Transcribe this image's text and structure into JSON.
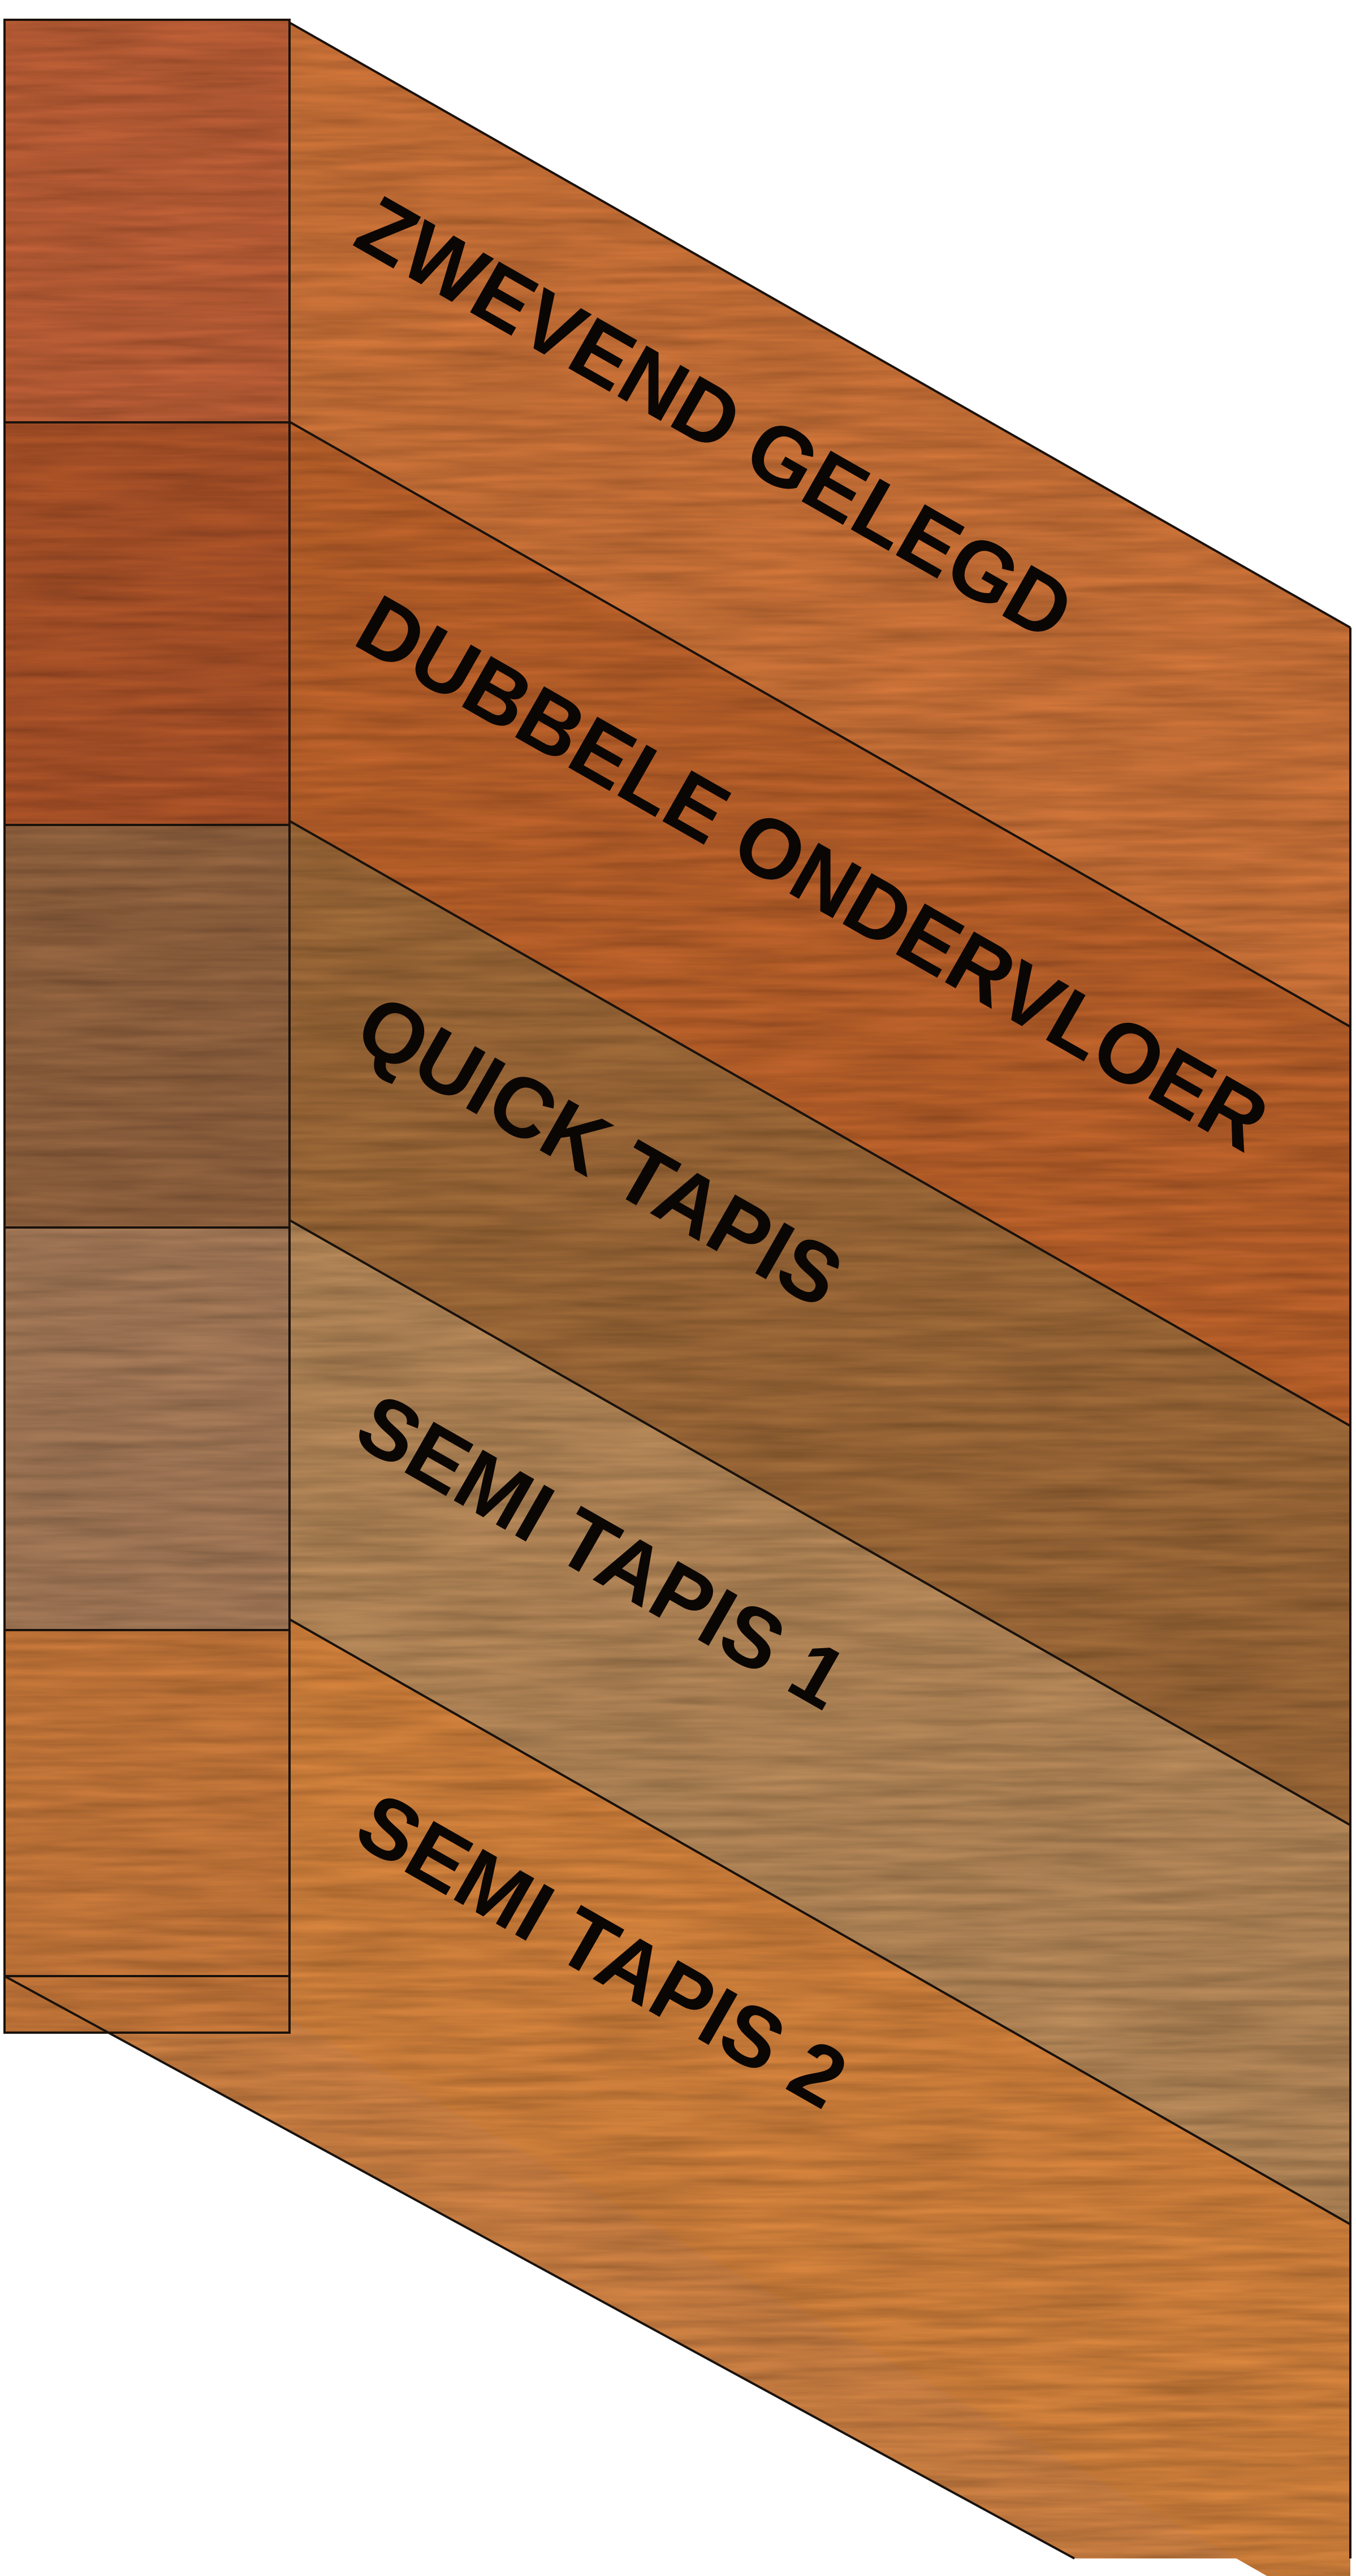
{
  "layers": [
    {
      "label": "ZWEVEND GELEGD",
      "color": "#d97a3c",
      "edge_color": "#c9653a"
    },
    {
      "label": "DUBBELE ONDERVLOER",
      "color": "#c8682e",
      "edge_color": "#b8592c"
    },
    {
      "label": "QUICK TAPIS",
      "color": "#a8703c",
      "edge_color": "#9c6a44"
    },
    {
      "label": "SEMI TAPIS  1",
      "color": "#c0905e",
      "edge_color": "#b0825e"
    },
    {
      "label": "SEMI TAPIS  2",
      "color": "#e08a40",
      "edge_color": "#d4803e"
    }
  ],
  "bottom_face_color": "#dc8a48"
}
